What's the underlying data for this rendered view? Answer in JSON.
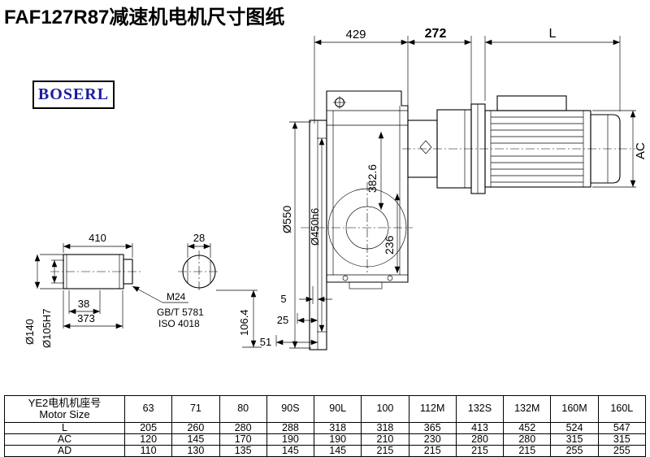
{
  "title": "FAF127R87减速机电机尺寸图纸",
  "logo": "BOSERL",
  "drawing": {
    "dim_429": "429",
    "dim_272": "272",
    "dim_L": "L",
    "dim_AC": "AC",
    "dim_phi550": "Ø550",
    "dim_phi450": "Ø450h6",
    "dim_382_6": "382.6",
    "dim_236": "236",
    "dim_410": "410",
    "dim_28": "28",
    "dim_phi140": "Ø140",
    "dim_phi105": "Ø105H7",
    "dim_38": "38",
    "dim_373": "373",
    "dim_5": "5",
    "dim_25": "25",
    "dim_51": "51",
    "dim_106_4": "106.4",
    "note_m24": "M24",
    "note_gbt": "GB/T 5781",
    "note_iso": "ISO 4018"
  },
  "table": {
    "header_cn": "YE2电机机座号",
    "header_en": "Motor Size",
    "columns": [
      "63",
      "71",
      "80",
      "90S",
      "90L",
      "100",
      "112M",
      "132S",
      "132M",
      "160M",
      "160L"
    ],
    "rows": [
      {
        "label": "L",
        "values": [
          "205",
          "260",
          "280",
          "288",
          "318",
          "318",
          "365",
          "413",
          "452",
          "524",
          "547"
        ]
      },
      {
        "label": "AC",
        "values": [
          "120",
          "145",
          "170",
          "190",
          "190",
          "210",
          "230",
          "280",
          "280",
          "315",
          "315"
        ]
      },
      {
        "label": "AD",
        "values": [
          "110",
          "130",
          "135",
          "145",
          "145",
          "215",
          "215",
          "215",
          "215",
          "255",
          "255"
        ]
      }
    ]
  }
}
